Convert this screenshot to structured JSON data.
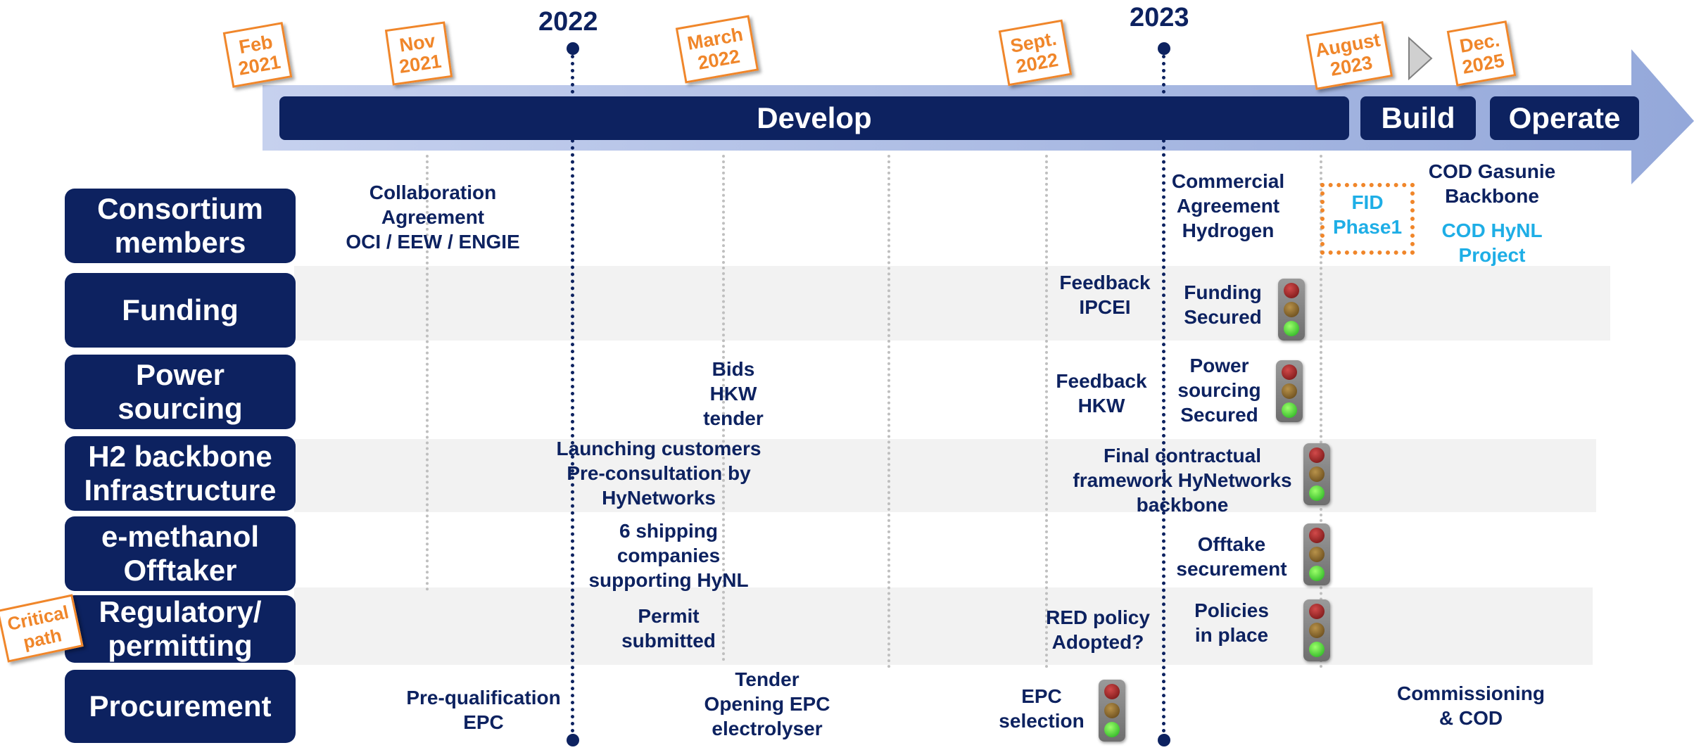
{
  "years": [
    {
      "label": "2022"
    },
    {
      "label": "2023"
    }
  ],
  "milestones": [
    {
      "label": "Feb\n2021"
    },
    {
      "label": "Nov\n2021"
    },
    {
      "label": "March\n2022"
    },
    {
      "label": "Sept.\n2022"
    },
    {
      "label": "August\n2023"
    },
    {
      "label": "Dec.\n2025"
    }
  ],
  "phases": {
    "develop": "Develop",
    "build": "Build",
    "operate": "Operate"
  },
  "rows": [
    {
      "label": "Consortium\nmembers"
    },
    {
      "label": "Funding"
    },
    {
      "label": "Power\nsourcing"
    },
    {
      "label": "H2 backbone\nInfrastructure"
    },
    {
      "label": "e-methanol\nOfftaker"
    },
    {
      "label": "Regulatory/\npermitting"
    },
    {
      "label": "Procurement"
    }
  ],
  "critical_path": "Critical\npath",
  "notes": {
    "collab": "Collaboration\nAgreement\nOCI / EEW / ENGIE",
    "commercial": "Commercial\nAgreement\nHydrogen",
    "fid": "FID\nPhase1",
    "cod_gasunie": "COD Gasunie\nBackbone",
    "cod_hynl": "COD HyNL\nProject",
    "feedback_ipcei": "Feedback\nIPCEI",
    "funding_secured": "Funding\nSecured",
    "bids": "Bids\nHKW\ntender",
    "feedback_hkw": "Feedback\nHKW",
    "power_secured": "Power\nsourcing\nSecured",
    "launching": "Launching customers\nPre-consultation by\nHyNetworks",
    "final_framework": "Final contractual\nframework HyNetworks\nbackbone",
    "shipping": "6 shipping\ncompanies\nsupporting HyNL",
    "offtake": "Offtake\nsecurement",
    "permit": "Permit\nsubmitted",
    "red_policy": "RED policy\nAdopted?",
    "policies": "Policies\nin place",
    "prequal": "Pre-qualification\nEPC",
    "tender": "Tender\nOpening EPC\nelectrolyser",
    "epc_selection": "EPC\nselection",
    "commissioning": "Commissioning\n& COD"
  },
  "icons": [
    "traffic-light-icon",
    "play-arrow-icon"
  ],
  "colors": {
    "navy": "#0d2260",
    "orange": "#f0862a",
    "cyan": "#1eaee6",
    "arrow": "#a9b9e0"
  }
}
